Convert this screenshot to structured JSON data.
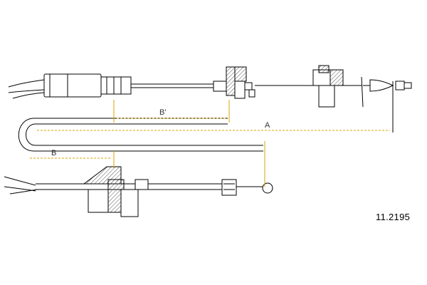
{
  "drawing": {
    "part_number": "11.2195",
    "dimension_labels": {
      "a": "A",
      "b": "B",
      "b_prime": "B'"
    },
    "colors": {
      "line": "#000000",
      "dimension": "#d9a400",
      "hatch": "#555555"
    }
  }
}
